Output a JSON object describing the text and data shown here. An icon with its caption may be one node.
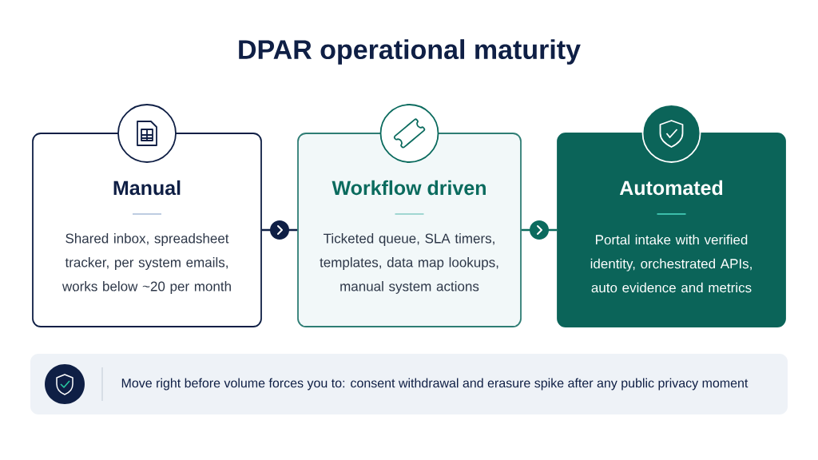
{
  "diagram": {
    "title": "DPAR operational maturity",
    "nodes": [
      {
        "text": [
          "Manual",
          "Shared inbox, spreadsheet tracker, per system emails, works below ~20 per month"
        ]
      },
      {
        "text": [
          "Workflow driven",
          "Ticketed queue, SLA timers, templates, data map lookups, manual system actions"
        ]
      },
      {
        "text": [
          "Automated",
          "Portal intake with verified identity, orchestrated APIs, auto evidence and metrics"
        ]
      },
      {
        "text": [
          "Move right before volume forces you to: consent withdrawal and erasure spike after any public privacy moment"
        ]
      }
    ],
    "edges": [
      {
        "from": 0,
        "to": 1,
        "arrow": "to",
        "color": "#0f1f45"
      },
      {
        "from": 1,
        "to": 2,
        "arrow": "to",
        "color": "#0b6b5e"
      }
    ]
  }
}
